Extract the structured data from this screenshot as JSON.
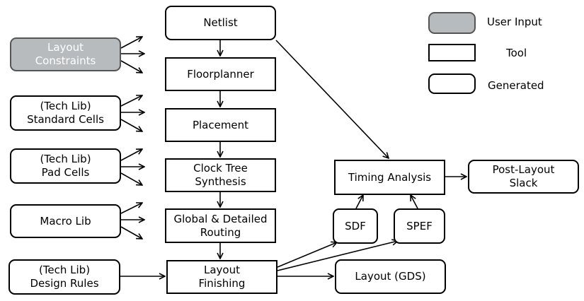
{
  "nodes": {
    "netlist": "Netlist",
    "floorplanner": "Floorplanner",
    "placement": "Placement",
    "clock_tree": "Clock Tree\nSynthesis",
    "routing": "Global & Detailed\nRouting",
    "finishing": "Layout\nFinishing",
    "timing": "Timing Analysis",
    "slack": "Post-Layout\nSlack",
    "sdf": "SDF",
    "spef": "SPEF",
    "gds": "Layout (GDS)",
    "constraints": "Layout\nConstraints",
    "std_cells": "(Tech Lib)\nStandard Cells",
    "pad_cells": "(Tech Lib)\nPad Cells",
    "macro_lib": "Macro Lib",
    "design_rules": "(Tech Lib)\nDesign Rules"
  },
  "legend": {
    "user_input": "User Input",
    "tool": "Tool",
    "generated": "Generated"
  },
  "colors": {
    "user_input_fill": "#b8bbbe",
    "line": "#000000"
  }
}
